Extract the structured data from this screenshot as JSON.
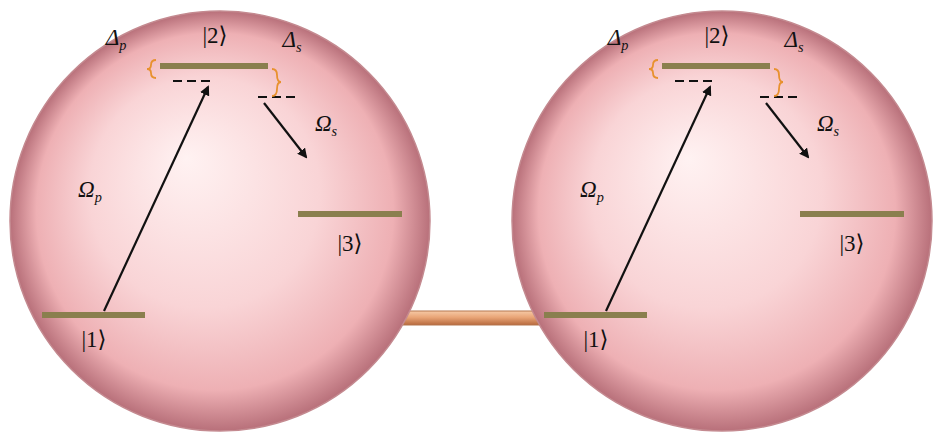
{
  "diagram": {
    "nodes": [
      {
        "text": [
          "|2⟩",
          "Δp",
          "Δs",
          "Ωp",
          "Ωs",
          "|3⟩",
          "|1⟩"
        ]
      },
      {
        "text": [
          "|2⟩",
          "Δp",
          "Δs",
          "Ωp",
          "Ωs",
          "|3⟩",
          "|1⟩"
        ]
      }
    ],
    "edges": [
      {
        "from": 0,
        "to": 1,
        "arrow": "none"
      }
    ]
  }
}
